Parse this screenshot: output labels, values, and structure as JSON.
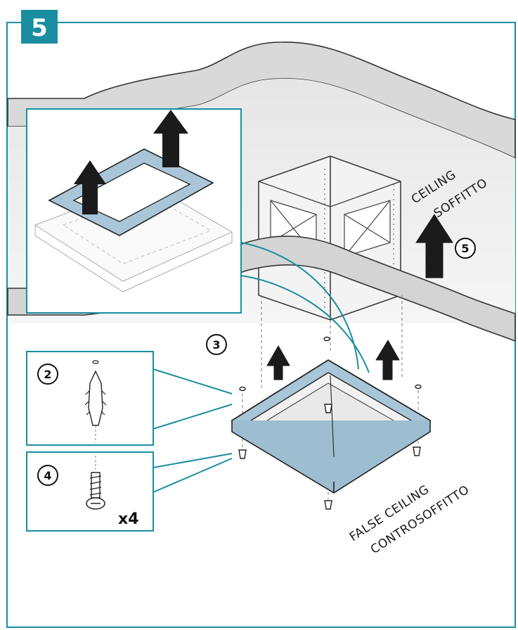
{
  "step": {
    "number": "5"
  },
  "labels": {
    "ceiling": "CEILING",
    "ceiling_it": "SOFFITTO",
    "false_ceiling": "FALSE CEILING",
    "false_ceiling_it": "CONTROSOFFITTO"
  },
  "callouts": {
    "c2": "2",
    "c3": "3",
    "c4": "4",
    "c5": "5"
  },
  "quantity": "x4",
  "colors": {
    "teal": "#1a8ea0",
    "frame_blue": "#a8c6d8",
    "ceiling_grey": "#d7d7d7",
    "arrow": "#1b1b1b"
  }
}
